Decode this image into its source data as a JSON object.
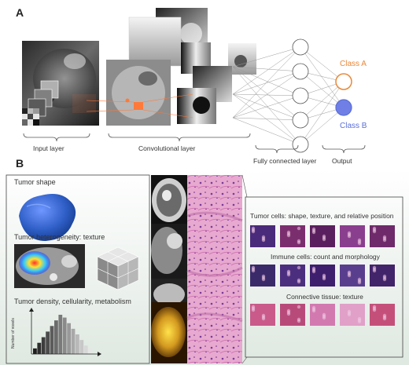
{
  "panelA": {
    "letter": "A",
    "labels": {
      "input": "Input layer",
      "conv": "Convolutional layer",
      "fc": "Fully connected layer",
      "output": "Output"
    },
    "classes": [
      {
        "name": "Class A",
        "color": "#e8883a"
      },
      {
        "name": "Class B",
        "color": "#5b6fd6"
      }
    ],
    "network": {
      "hidden_nodes": 5,
      "output_nodes": 2
    }
  },
  "panelB": {
    "letter": "B",
    "left": {
      "shape_title": "Tumor shape",
      "texture_title": "Tumor heterogeneity: texture",
      "density_title": "Tumor density, cellularity, metabolism",
      "histogram_ylabel": "Number of voxels",
      "histogram_values": [
        2,
        4,
        6,
        8,
        10,
        12,
        14,
        13,
        11,
        9,
        7,
        5,
        3,
        2
      ]
    },
    "right": {
      "tumor_cells": "Tumor cells: shape, texture, and relative position",
      "immune_cells": "Immune cells: count and morphology",
      "connective": "Connective tissue: texture"
    }
  },
  "colors": {
    "accent_orange": "#e8883a",
    "accent_blue": "#5b6fd6",
    "tumor_blue": "#2f5fc7",
    "background_gradient": "#e4ece6"
  }
}
